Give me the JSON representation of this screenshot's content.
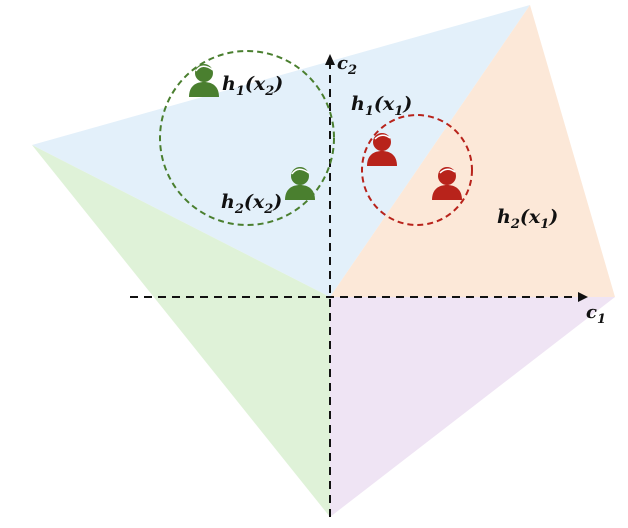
{
  "axes": {
    "x_label": "c",
    "x_sub": "1",
    "y_label": "c",
    "y_sub": "2"
  },
  "labels": {
    "h1x2": {
      "h": "h",
      "hsub": "1",
      "x": "x",
      "xsub": "2"
    },
    "h2x2": {
      "h": "h",
      "hsub": "2",
      "x": "x",
      "xsub": "2"
    },
    "h1x1": {
      "h": "h",
      "hsub": "1",
      "x": "x",
      "xsub": "1"
    },
    "h2x1": {
      "h": "h",
      "hsub": "2",
      "x": "x",
      "xsub": "1"
    }
  },
  "colors": {
    "region_blue": "#e3f0fa",
    "region_orange": "#fce8d8",
    "region_green": "#dff2d8",
    "region_purple": "#efe4f4",
    "group_x2": "#4a7f2f",
    "group_x1": "#b8231b",
    "axis": "#111111"
  },
  "icons": {
    "person_x2": "person-icon",
    "person_x1": "person-icon"
  }
}
